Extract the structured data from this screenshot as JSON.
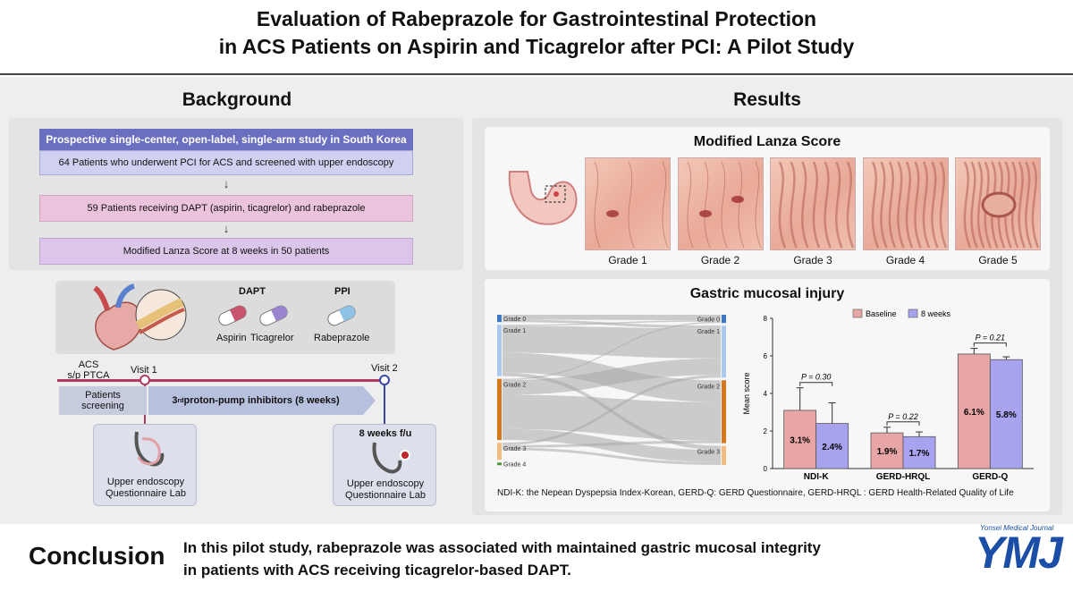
{
  "title": {
    "line1": "Evaluation of Rabeprazole for Gastrointestinal Protection",
    "line2": "in ACS Patients on Aspirin and Ticagrelor after PCI: A Pilot Study"
  },
  "background": {
    "heading": "Background",
    "flow": {
      "box1_title": "Prospective single-center, open-label, single-arm study in South Korea",
      "box1_body": "64 Patients who underwent PCI for ACS and screened with upper endoscopy",
      "box2": "59 Patients receiving DAPT (aspirin, ticagrelor) and rabeprazole",
      "box3": "Modified Lanza Score at 8 weeks in 50 patients"
    },
    "drugs": {
      "dapt_label": "DAPT",
      "ppi_label": "PPI",
      "aspirin": "Aspirin",
      "ticagrelor": "Ticagrelor",
      "rabeprazole": "Rabeprazole"
    },
    "timeline": {
      "acs_line1": "ACS",
      "acs_line2": "s/p PTCA",
      "visit1": "Visit 1",
      "visit2": "Visit 2",
      "screening_line1": "Patients",
      "screening_line2": "screening",
      "ppi_pre": "3",
      "ppi_sup": "rd",
      "ppi_post": " proton-pump inhibitors (8 weeks)",
      "followup": "8 weeks f/u",
      "exam_line1": "Upper endoscopy",
      "exam_line2": "Questionnaire Lab"
    }
  },
  "results": {
    "heading": "Results",
    "lanza": {
      "title": "Modified Lanza Score",
      "grades": [
        "Grade 1",
        "Grade 2",
        "Grade 3",
        "Grade 4",
        "Grade 5"
      ]
    },
    "injury": {
      "title": "Gastric mucosal injury",
      "note": "NDI-K: the Nepean Dyspepsia Index-Korean, GERD-Q: GERD Questionnaire, GERD-HRQL : GERD Health-Related Quality of Life"
    }
  },
  "chart_data": [
    {
      "type": "sankey",
      "left_nodes": [
        "Grade 0",
        "Grade 1",
        "Grade 2",
        "Grade 3",
        "Grade 4"
      ],
      "right_nodes": [
        "Grade 0",
        "Grade 1",
        "Grade 2",
        "Grade 3"
      ],
      "node_colors": {
        "Grade 0": "#3b78c8",
        "Grade 1": "#a9c9ee",
        "Grade 2": "#d8781e",
        "Grade 3": "#f3bd82",
        "Grade 4": "#4c9c3e"
      }
    },
    {
      "type": "bar",
      "categories": [
        "NDI-K",
        "GERD-HRQL",
        "GERD-Q"
      ],
      "series": [
        {
          "name": "Baseline",
          "values": [
            3.1,
            1.9,
            6.1
          ],
          "errors": [
            1.2,
            0.3,
            0.3
          ],
          "labels": [
            "3.1%",
            "1.9%",
            "6.1%"
          ],
          "color": "#e8a5a5"
        },
        {
          "name": "8 weeks",
          "values": [
            2.4,
            1.7,
            5.8
          ],
          "errors": [
            1.1,
            0.25,
            0.15
          ],
          "labels": [
            "2.4%",
            "1.7%",
            "5.8%"
          ],
          "color": "#a8a3ee"
        }
      ],
      "pvalues": [
        "P = 0.30",
        "P = 0.22",
        "P = 0.21"
      ],
      "ylabel": "Mean score",
      "ylim": [
        0,
        8
      ],
      "yticks": [
        0,
        2,
        4,
        6,
        8
      ],
      "legend": "top"
    }
  ],
  "conclusion": {
    "heading": "Conclusion",
    "line1": "In this pilot study, rabeprazole was associated with maintained gastric mucosal integrity",
    "line2": "in patients with ACS receiving ticagrelor-based DAPT."
  },
  "journal": {
    "name": "Yonsei Medical Journal",
    "logo": "YMJ",
    "color": "#1b4ea6"
  }
}
